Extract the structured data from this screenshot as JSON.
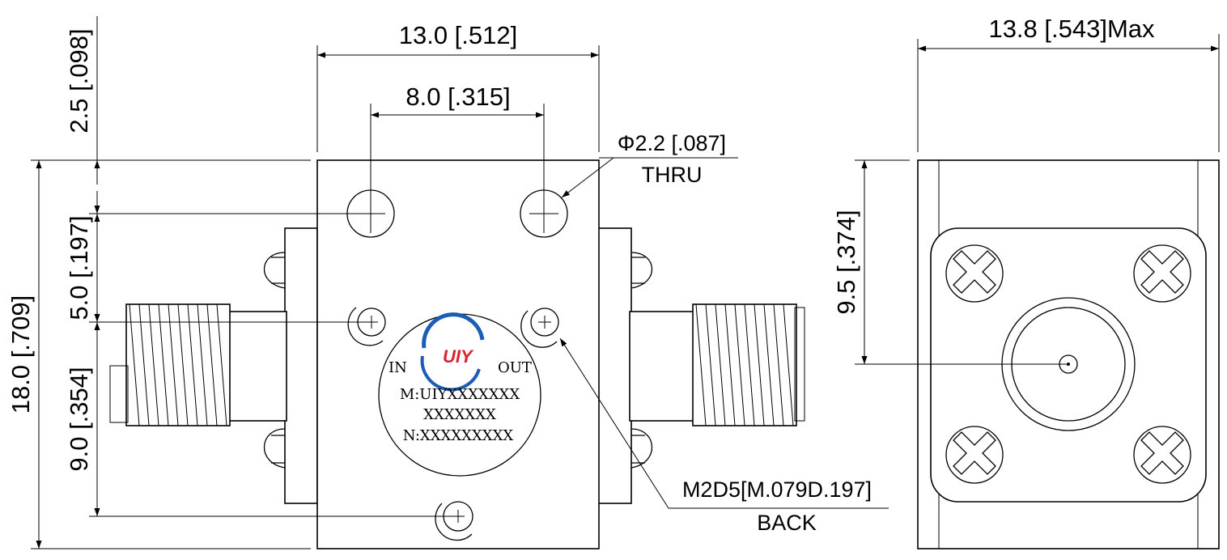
{
  "dimensions": {
    "top_width": "13.0 [.512]",
    "hole_spacing": "8.0 [.315]",
    "top_offset": "2.5 [.098]",
    "overall_height": "18.0 [.709]",
    "hole_pitch_vertical": "5.0 [.197]",
    "bottom_offset": "9.0 [.354]",
    "side_width": "13.8 [.543]Max",
    "connector_height": "9.5 [.374]"
  },
  "notes": {
    "thru_hole_diameter": "Φ2.2 [.087]",
    "thru_hole_suffix": "THRU",
    "back_thread": "M2D5[M.079D.197]",
    "back_suffix": "BACK"
  },
  "label": {
    "logo_text": "UIY",
    "port_in": "IN",
    "port_out": "OUT",
    "model_line": "M:UIYXXXXXXX",
    "code_line": "XXXXXXX",
    "serial_line": "N:XXXXXXXXX"
  },
  "colors": {
    "logo_blue": "#1b5db5",
    "logo_red": "#d9232e"
  }
}
